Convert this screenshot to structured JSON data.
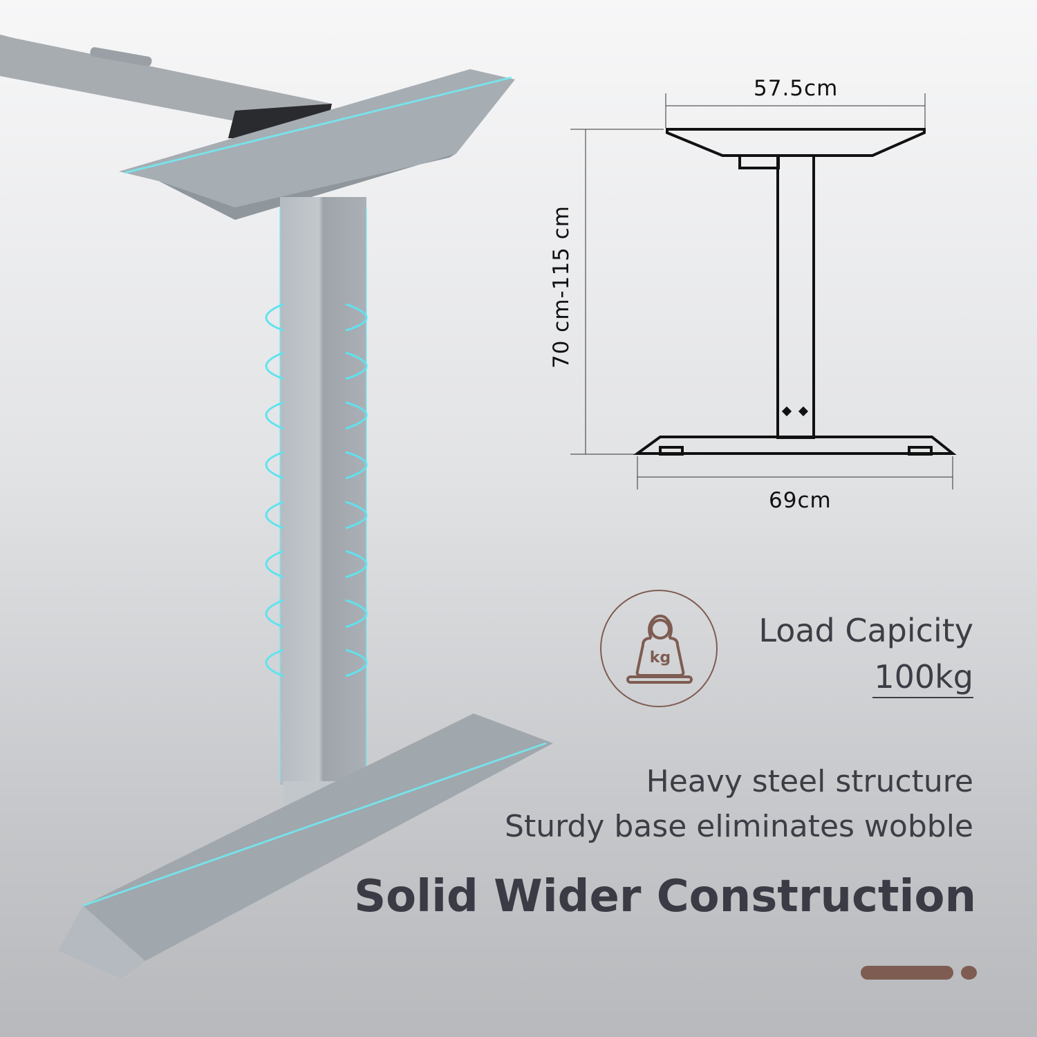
{
  "dimensions": {
    "top_width": "57.5cm",
    "base_width": "69cm",
    "height_range": "70 cm-115 cm"
  },
  "load": {
    "icon": "weight-kg-icon",
    "icon_text": "kg",
    "label": "Load Capicity",
    "value": "100kg"
  },
  "features": [
    "Heavy steel structure",
    "Sturdy base eliminates wobble"
  ],
  "headline": "Solid Wider Construction",
  "colors": {
    "accent": "#7e5c52",
    "glow": "#5fe3ef",
    "steel": "#a4aab0",
    "text": "#3c3d45"
  },
  "carousel": {
    "active_index": 0,
    "total": 2
  }
}
